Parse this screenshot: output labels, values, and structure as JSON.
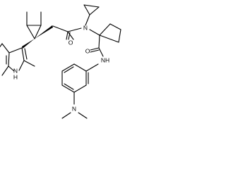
{
  "atoms": {
    "n_indole": {
      "label": "N",
      "sub": "H"
    },
    "o_amide1": {
      "label": "O"
    },
    "n_amide1": {
      "label": "N"
    },
    "o_amide2": {
      "label": "O"
    },
    "nh_amide2": {
      "label": "NH"
    },
    "n_dimethyl": {
      "label": "N"
    }
  }
}
